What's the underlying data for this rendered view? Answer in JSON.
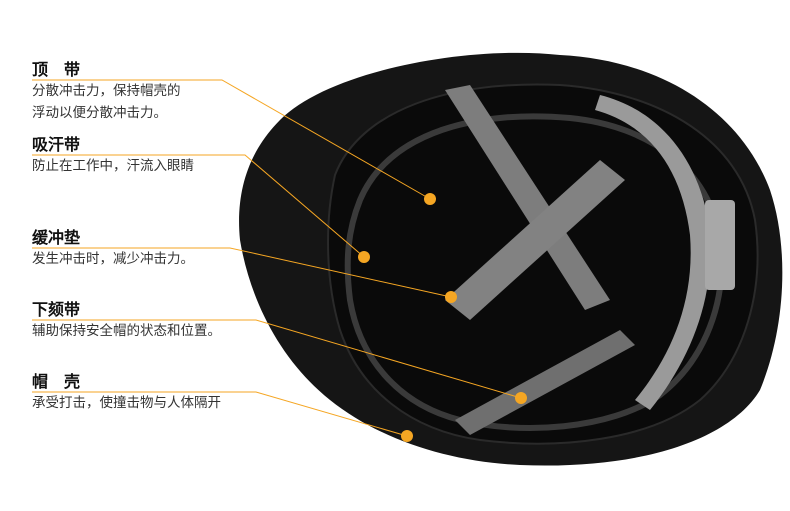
{
  "accent_color": "#F5A623",
  "helmet": {
    "shell_color": "#141414",
    "strap_color": "#7a7a7a"
  },
  "labels": [
    {
      "id": "top-strap",
      "title": "顶　带",
      "desc_lines": [
        "分散冲击力，保持帽壳的",
        "浮动以便分散冲击力。"
      ]
    },
    {
      "id": "sweatband",
      "title": "吸汗带",
      "desc_lines": [
        "防止在工作中，汗流入眼睛"
      ]
    },
    {
      "id": "cushion",
      "title": "缓冲垫",
      "desc_lines": [
        "发生冲击时，减少冲击力。"
      ]
    },
    {
      "id": "chin-strap",
      "title": "下颏带",
      "desc_lines": [
        "辅助保持安全帽的状态和位置。"
      ]
    },
    {
      "id": "shell",
      "title": "帽　壳",
      "desc_lines": [
        "承受打击，使撞击物与人体隔开"
      ]
    }
  ]
}
